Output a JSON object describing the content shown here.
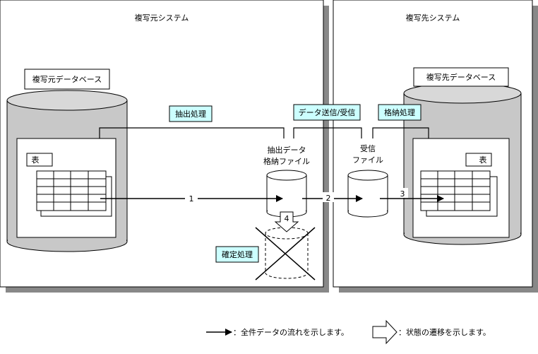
{
  "systems": {
    "source_title": "複写元システム",
    "target_title": "複写先システム"
  },
  "databases": {
    "source_label": "複写元データベース",
    "target_label": "複写先データベース"
  },
  "tables": {
    "source_label": "表",
    "target_label": "表"
  },
  "processes": {
    "extract": "抽出処理",
    "transfer": "データ送信/受信",
    "store": "格納処理",
    "confirm": "確定処理"
  },
  "files": {
    "extract_file_line1": "抽出データ",
    "extract_file_line2": "格納ファイル",
    "receive_file_line1": "受信",
    "receive_file_line2": "ファイル"
  },
  "steps": {
    "s1": "1",
    "s2": "2",
    "s3": "3",
    "s4": "4"
  },
  "legend": {
    "arrow_text": "：全件データの流れを示します。",
    "transition_text": "：状態の遷移を示します。"
  },
  "colors": {
    "cylinder": "#c8c8c8",
    "label_box": "#ccffff",
    "shadow": "#888888"
  }
}
